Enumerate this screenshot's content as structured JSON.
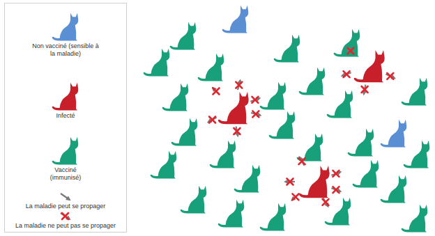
{
  "diagram": {
    "legend": [
      {
        "text": "Non vacciné (sensible à la maladie)",
        "color": "#5b8fd3"
      },
      {
        "text": "Infecté",
        "color": "#c8202b"
      },
      {
        "text": "Vacciné (immunisé)",
        "color": "#17a079"
      },
      {
        "text": "La maladie peut se propager"
      },
      {
        "text": "La maladie ne peut pas se propager"
      }
    ]
  }
}
